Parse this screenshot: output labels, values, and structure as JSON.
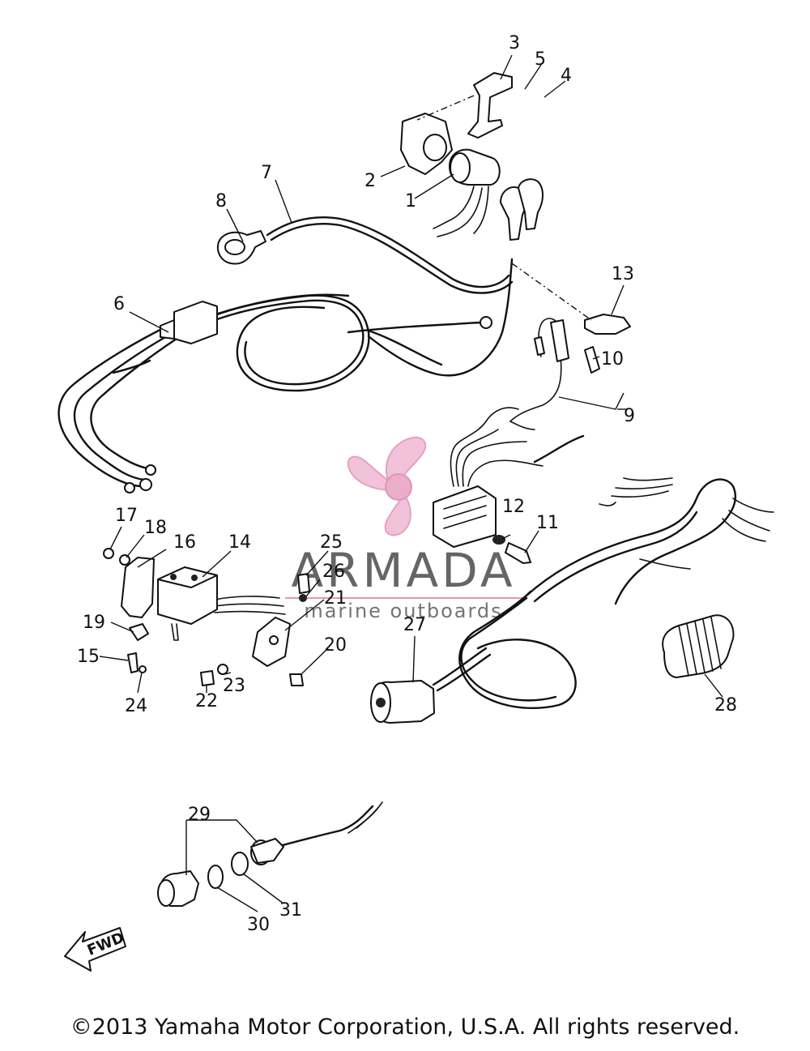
{
  "diagram": {
    "callouts": [
      "1",
      "2",
      "3",
      "4",
      "5",
      "6",
      "7",
      "8",
      "9",
      "10",
      "11",
      "12",
      "13",
      "14",
      "15",
      "16",
      "17",
      "18",
      "19",
      "20",
      "21",
      "22",
      "23",
      "24",
      "25",
      "26",
      "27",
      "28",
      "29",
      "30",
      "31"
    ],
    "direction_label": "FWD",
    "watermark": {
      "title": "ARMADA",
      "subtitle": "marine outboards",
      "colors": {
        "accent": "#e8a6c6",
        "text": "#555555"
      }
    }
  },
  "footer": {
    "copyright": "©2013 Yamaha Motor Corporation, U.S.A. All rights reserved."
  }
}
